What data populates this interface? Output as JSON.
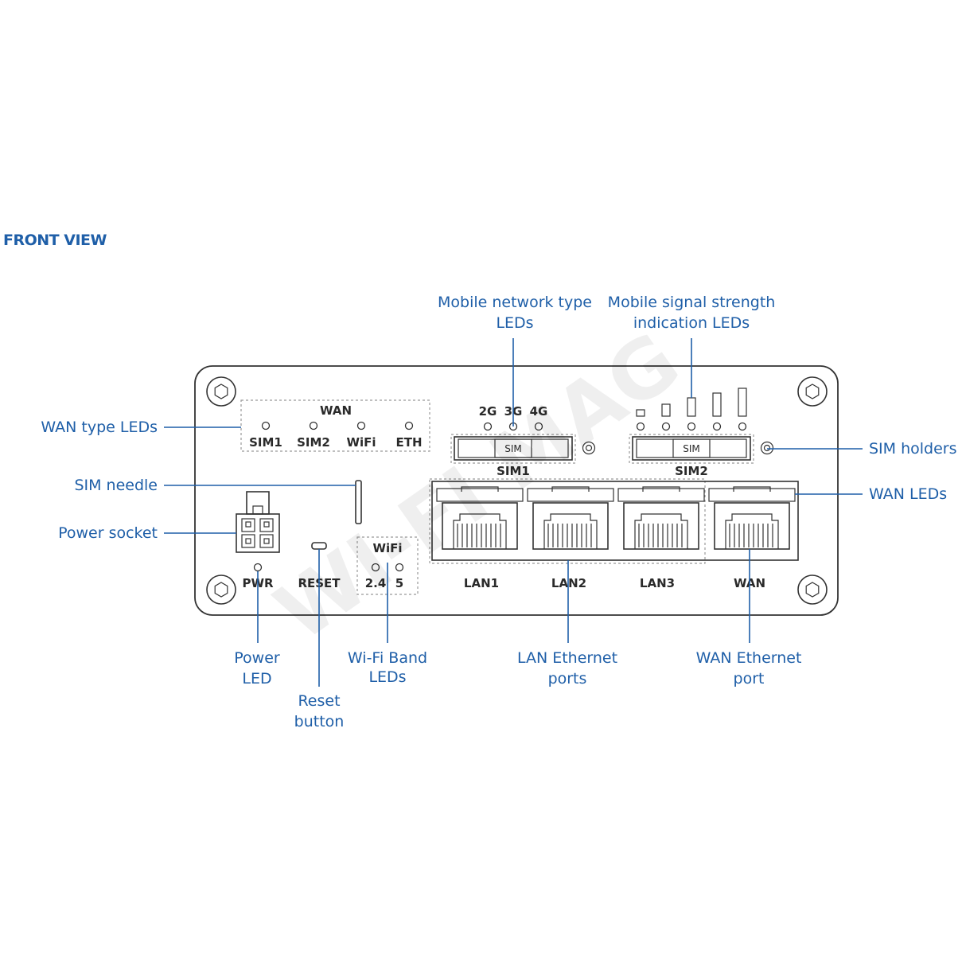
{
  "title": "FRONT VIEW",
  "watermark": "WI-FI MAG",
  "callouts": {
    "mobile_network_type_leds": [
      "Mobile network type",
      "LEDs"
    ],
    "mobile_signal_strength_leds": [
      "Mobile signal strength",
      "indication LEDs"
    ],
    "wan_type_leds": "WAN type LEDs",
    "sim_holders": "SIM holders",
    "sim_needle": "SIM needle",
    "wan_leds": "WAN LEDs",
    "power_socket": "Power socket",
    "power_led": [
      "Power",
      "LED"
    ],
    "reset_button": [
      "Reset",
      "button"
    ],
    "wifi_band_leds": [
      "Wi-Fi Band",
      "LEDs"
    ],
    "lan_ethernet_ports": [
      "LAN Ethernet",
      "ports"
    ],
    "wan_ethernet_port": [
      "WAN Ethernet",
      "port"
    ]
  },
  "device": {
    "wan_group_label": "WAN",
    "wan_type_leds": [
      "SIM1",
      "SIM2",
      "WiFi",
      "ETH"
    ],
    "network_type_leds": [
      "2G",
      "3G",
      "4G"
    ],
    "sim_slot_text": "SIM",
    "sim_labels": [
      "SIM1",
      "SIM2"
    ],
    "pwr_label": "PWR",
    "reset_label": "RESET",
    "wifi_label": "WiFi",
    "wifi_bands": [
      "2.4",
      "5"
    ],
    "port_labels": [
      "LAN1",
      "LAN2",
      "LAN3",
      "WAN"
    ]
  }
}
